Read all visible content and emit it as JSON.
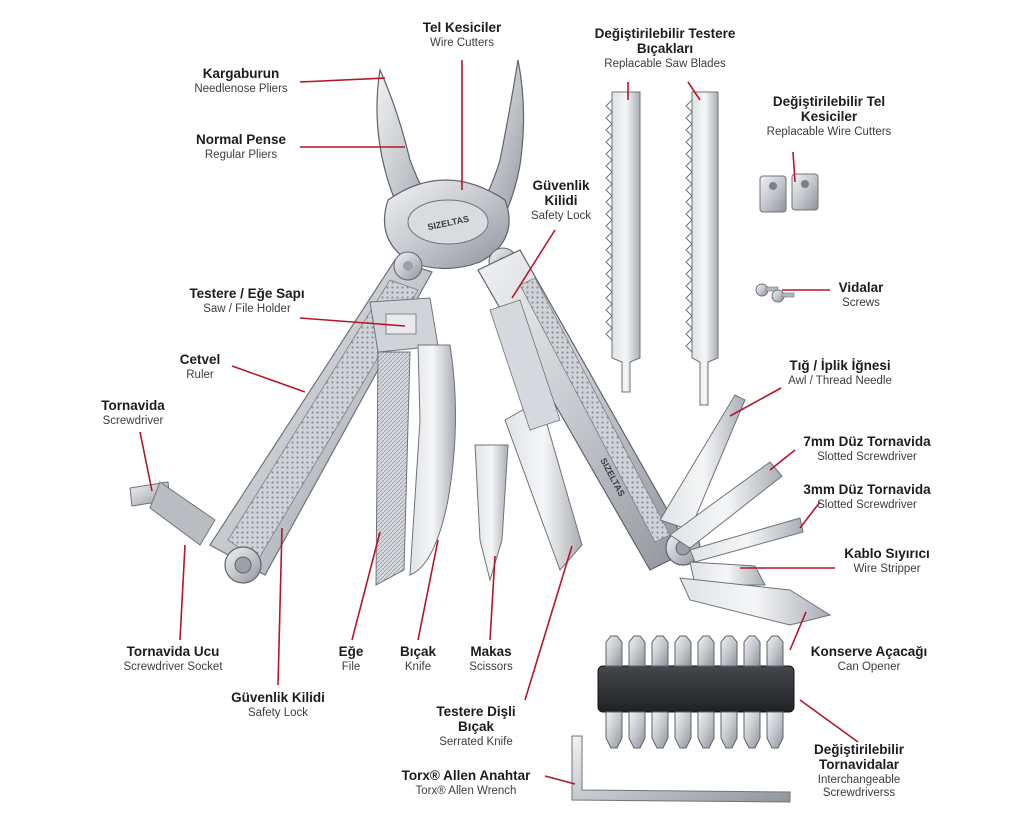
{
  "colors": {
    "leader": "#b3172c",
    "steel": "#c9ccd1",
    "steel_dark": "#8c9096",
    "steel_light": "#e9ebee",
    "bit_holder": "#2e3033",
    "text_dark": "#1c1c1c",
    "text_light": "#3d3d3d"
  },
  "labels": [
    {
      "id": "wire-cutters",
      "tr": "Tel Kesiciler",
      "en": "Wire Cutters"
    },
    {
      "id": "saw-blades",
      "tr": "Değiştirilebilir Testere Bıçakları",
      "en": "Replacable Saw Blades"
    },
    {
      "id": "needlenose",
      "tr": "Kargaburun",
      "en": "Needlenose Pliers"
    },
    {
      "id": "replaceable-cutters",
      "tr": "Değiştirilebilir Tel Kesiciler",
      "en": "Replacable Wire Cutters"
    },
    {
      "id": "regular-pliers",
      "tr": "Normal Pense",
      "en": "Regular Pliers"
    },
    {
      "id": "safety-lock-top",
      "tr": "Güvenlik Kilidi",
      "en": "Safety Lock"
    },
    {
      "id": "screws",
      "tr": "Vidalar",
      "en": "Screws"
    },
    {
      "id": "saw-holder",
      "tr": "Testere / Eğe Sapı",
      "en": "Saw / File Holder"
    },
    {
      "id": "ruler",
      "tr": "Cetvel",
      "en": "Ruler"
    },
    {
      "id": "awl",
      "tr": "Tığ / İplik İğnesi",
      "en": "Awl / Thread Needle"
    },
    {
      "id": "screwdriver",
      "tr": "Tornavida",
      "en": "Screwdriver"
    },
    {
      "id": "slotted-7mm",
      "tr": "7mm Düz Tornavida",
      "en": "Slotted Screwdriver"
    },
    {
      "id": "slotted-3mm",
      "tr": "3mm Düz Tornavida",
      "en": "Slotted Screwdriver"
    },
    {
      "id": "wire-stripper",
      "tr": "Kablo Sıyırıcı",
      "en": "Wire Stripper"
    },
    {
      "id": "screwdriver-socket",
      "tr": "Tornavida Ucu",
      "en": "Screwdriver Socket"
    },
    {
      "id": "file",
      "tr": "Eğe",
      "en": "File"
    },
    {
      "id": "knife",
      "tr": "Bıçak",
      "en": "Knife"
    },
    {
      "id": "scissors",
      "tr": "Makas",
      "en": "Scissors"
    },
    {
      "id": "can-opener",
      "tr": "Konserve Açacağı",
      "en": "Can Opener"
    },
    {
      "id": "safety-lock-bottom",
      "tr": "Güvenlik Kilidi",
      "en": "Safety Lock"
    },
    {
      "id": "serrated-knife",
      "tr": "Testere Dişli Bıçak",
      "en": "Serrated Knife"
    },
    {
      "id": "interchangeable-screwdrivers",
      "tr": "Değiştirilebilir Tornavidalar",
      "en": "Interchangeable Screwdriverss"
    },
    {
      "id": "torx-wrench",
      "tr": "Torx® Allen Anahtar",
      "en": "Torx® Allen Wrench"
    }
  ],
  "brand": {
    "handle_mark": "SIZELTAS"
  }
}
